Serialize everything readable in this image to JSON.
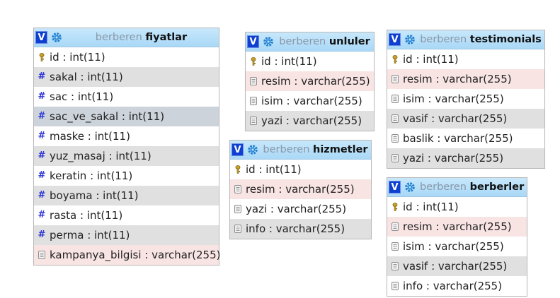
{
  "db": "berberen",
  "tables": {
    "fiyatlar": {
      "name": "fiyatlar",
      "toggle": "V",
      "columns": [
        {
          "text": "id : int(11)",
          "icon": "key-icon"
        },
        {
          "text": "sakal : int(11)",
          "icon": "hash-icon"
        },
        {
          "text": "sac : int(11)",
          "icon": "hash-icon"
        },
        {
          "text": "sac_ve_sakal : int(11)",
          "icon": "hash-icon"
        },
        {
          "text": "maske : int(11)",
          "icon": "hash-icon"
        },
        {
          "text": "yuz_masaj : int(11)",
          "icon": "hash-icon"
        },
        {
          "text": "keratin : int(11)",
          "icon": "hash-icon"
        },
        {
          "text": "boyama : int(11)",
          "icon": "hash-icon"
        },
        {
          "text": "rasta : int(11)",
          "icon": "hash-icon"
        },
        {
          "text": "perma : int(11)",
          "icon": "hash-icon"
        },
        {
          "text": "kampanya_bilgisi : varchar(255)",
          "icon": "text-field-icon"
        }
      ]
    },
    "unluler": {
      "name": "unluler",
      "toggle": "V",
      "columns": [
        {
          "text": "id : int(11)",
          "icon": "key-icon"
        },
        {
          "text": "resim : varchar(255)",
          "icon": "text-field-icon"
        },
        {
          "text": "isim : varchar(255)",
          "icon": "text-field-icon"
        },
        {
          "text": "yazi : varchar(255)",
          "icon": "text-field-icon"
        }
      ]
    },
    "hizmetler": {
      "name": "hizmetler",
      "toggle": "V",
      "columns": [
        {
          "text": "id : int(11)",
          "icon": "key-icon"
        },
        {
          "text": "resim : varchar(255)",
          "icon": "text-field-icon"
        },
        {
          "text": "yazi : varchar(255)",
          "icon": "text-field-icon"
        },
        {
          "text": "info : varchar(255)",
          "icon": "text-field-icon"
        }
      ]
    },
    "testimonials": {
      "name": "testimonials",
      "toggle": "V",
      "columns": [
        {
          "text": "id : int(11)",
          "icon": "key-icon"
        },
        {
          "text": "resim : varchar(255)",
          "icon": "text-field-icon"
        },
        {
          "text": "isim : varchar(255)",
          "icon": "text-field-icon"
        },
        {
          "text": "vasif : varchar(255)",
          "icon": "text-field-icon"
        },
        {
          "text": "baslik : varchar(255)",
          "icon": "text-field-icon"
        },
        {
          "text": "yazi : varchar(255)",
          "icon": "text-field-icon"
        }
      ]
    },
    "berberler": {
      "name": "berberler",
      "toggle": "V",
      "columns": [
        {
          "text": "id : int(11)",
          "icon": "key-icon"
        },
        {
          "text": "resim : varchar(255)",
          "icon": "text-field-icon"
        },
        {
          "text": "isim : varchar(255)",
          "icon": "text-field-icon"
        },
        {
          "text": "vasif : varchar(255)",
          "icon": "text-field-icon"
        },
        {
          "text": "info : varchar(255)",
          "icon": "text-field-icon"
        }
      ]
    }
  },
  "colors": {
    "header": "#a9d8f6",
    "toggle": "#0e3fd1",
    "alt_row": "#e0e0e0",
    "highlight_row": "#f9e4e4",
    "hover_row": "#cdd3db",
    "db_name": "#8a97a8"
  }
}
